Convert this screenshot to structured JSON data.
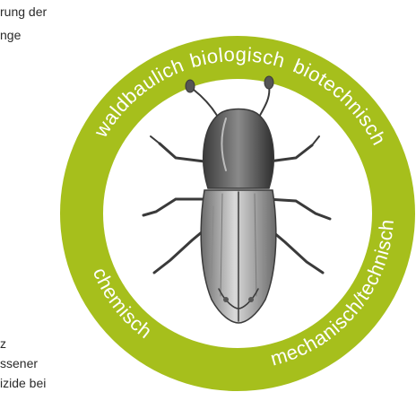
{
  "text_fragments": {
    "top_line_1": "rung der",
    "top_line_2": "nge",
    "bottom_line_1": "z",
    "bottom_line_2": "ssener",
    "bottom_line_3": "izide bei"
  },
  "ring": {
    "color": "#a6bf1c",
    "inner_color": "#ffffff",
    "label_color": "#ffffff",
    "labels": {
      "top": "biologisch",
      "upper_right": "biotechnisch",
      "right": "mechanisch/technisch",
      "upper_left": "waldbaulich",
      "lower_left": "chemisch"
    }
  },
  "center_image": {
    "icon": "bark-beetle-illustration"
  }
}
